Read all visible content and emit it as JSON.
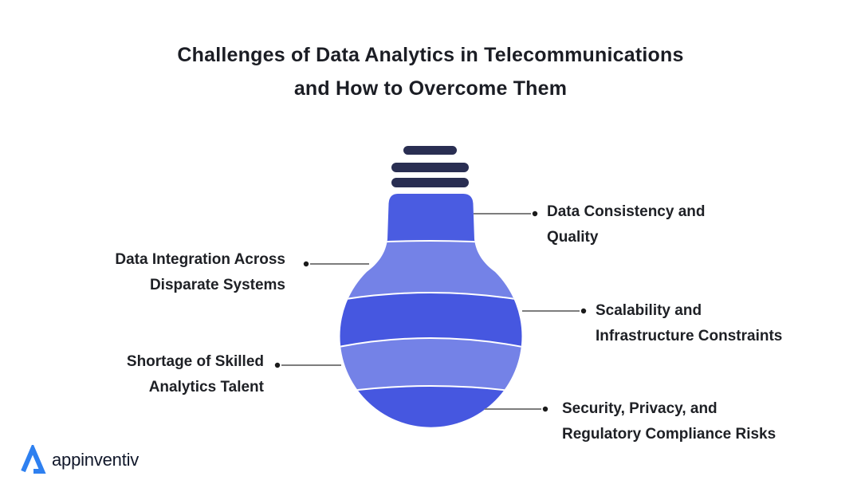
{
  "title": {
    "line1": "Challenges of Data Analytics in Telecommunications",
    "line2": "and How to Overcome Them"
  },
  "callouts": [
    {
      "id": "data-consistency-quality",
      "side": "right",
      "line1": "Data Consistency and",
      "line2": "Quality"
    },
    {
      "id": "data-integration",
      "side": "left",
      "line1": "Data Integration Across",
      "line2": "Disparate Systems"
    },
    {
      "id": "scalability-infrastructure",
      "side": "right",
      "line1": "Scalability and",
      "line2": "Infrastructure Constraints"
    },
    {
      "id": "shortage-skilled-talent",
      "side": "left",
      "line1": "Shortage of Skilled",
      "line2": "Analytics Talent"
    },
    {
      "id": "security-privacy-compliance",
      "side": "right",
      "line1": "Security, Privacy, and",
      "line2": "Regulatory Compliance Risks"
    }
  ],
  "illustration": {
    "name": "inverted-lightbulb",
    "colors": {
      "base_navy": "#292e52",
      "neck_blue": "#4a5ce1",
      "band_dark": "#4657e0",
      "band_light": "#7482e7",
      "separator": "#ffffff",
      "callout_line": "#7d7d7d",
      "callout_dot": "#1b1b1b"
    }
  },
  "logo": {
    "text": "appinventiv",
    "accent": "#2e80f0"
  },
  "colors": {
    "background": "#ffffff",
    "text": "#1b1d24"
  }
}
